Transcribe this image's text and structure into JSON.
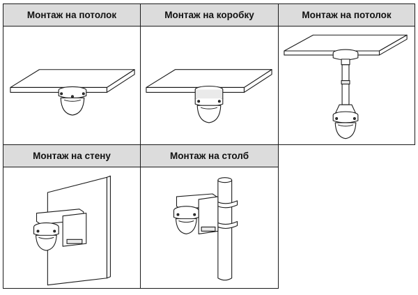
{
  "mount_table": {
    "cells": [
      {
        "label": "Монтаж на потолок"
      },
      {
        "label": "Монтаж на коробку"
      },
      {
        "label": "Монтаж на потолок"
      },
      {
        "label": "Монтаж на стену"
      },
      {
        "label": "Монтаж на столб"
      }
    ]
  }
}
